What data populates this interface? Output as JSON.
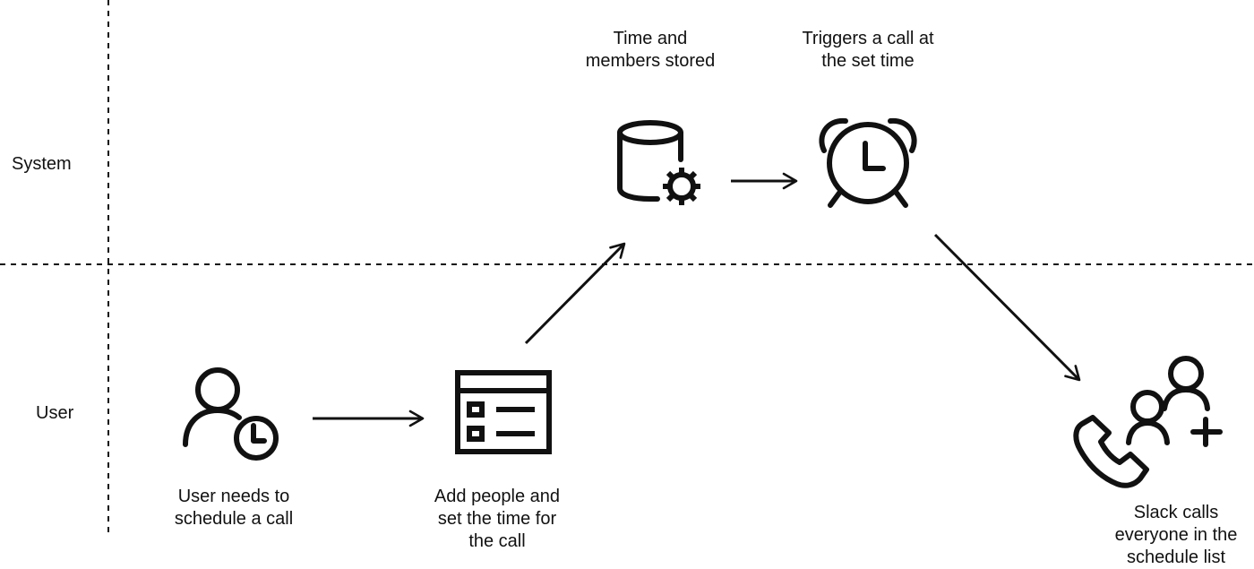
{
  "lanes": {
    "system": "System",
    "user": "User"
  },
  "steps": {
    "user_needs": {
      "caption": "User needs to\nschedule a call",
      "icon": "user-clock-icon"
    },
    "add_people": {
      "caption": "Add people and\nset the time for\nthe call",
      "icon": "form-list-icon"
    },
    "stored": {
      "caption": "Time and\nmembers stored",
      "icon": "database-gear-icon"
    },
    "triggers": {
      "caption": "Triggers a call at\nthe set time",
      "icon": "alarm-clock-icon"
    },
    "slack_calls": {
      "caption": "Slack calls\neveryone in the\nschedule list",
      "icon": "phone-add-people-icon"
    }
  },
  "colors": {
    "stroke": "#111111",
    "background": "#ffffff"
  }
}
